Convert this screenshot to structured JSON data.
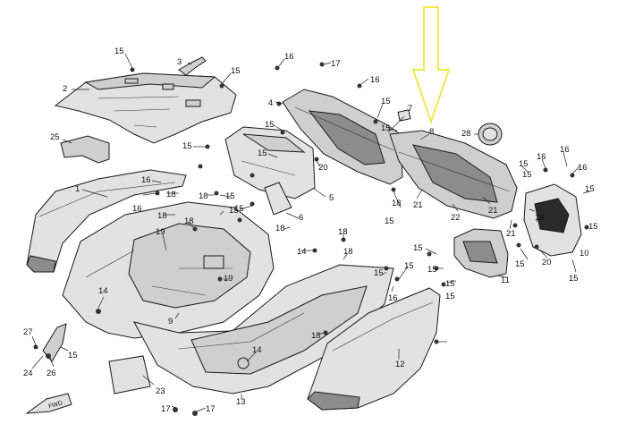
{
  "arrow": {
    "color": "#f2e94e",
    "points_to": "8"
  },
  "callouts": [
    {
      "id": "c-15a",
      "text": "15"
    },
    {
      "id": "c-3",
      "text": "3"
    },
    {
      "id": "c-15b",
      "text": "15"
    },
    {
      "id": "c-2",
      "text": "2"
    },
    {
      "id": "c-25",
      "text": "25"
    },
    {
      "id": "c-1",
      "text": "1"
    },
    {
      "id": "c-15c",
      "text": "15"
    },
    {
      "id": "c-16a",
      "text": "16"
    },
    {
      "id": "c-18a",
      "text": "18"
    },
    {
      "id": "c-16b",
      "text": "16"
    },
    {
      "id": "c-18b",
      "text": "18"
    },
    {
      "id": "c-15d",
      "text": "15"
    },
    {
      "id": "c-18c",
      "text": "18"
    },
    {
      "id": "c-19a",
      "text": "19"
    },
    {
      "id": "c-18d",
      "text": "18"
    },
    {
      "id": "c-15e",
      "text": "15"
    },
    {
      "id": "c-19b",
      "text": "19"
    },
    {
      "id": "c-14a",
      "text": "14"
    },
    {
      "id": "c-9",
      "text": "9"
    },
    {
      "id": "c-27",
      "text": "27"
    },
    {
      "id": "c-15f",
      "text": "15"
    },
    {
      "id": "c-24",
      "text": "24"
    },
    {
      "id": "c-26",
      "text": "26"
    },
    {
      "id": "c-23",
      "text": "23"
    },
    {
      "id": "c-fwd",
      "text": "FWD"
    },
    {
      "id": "c-17a",
      "text": "17"
    },
    {
      "id": "c-17b",
      "text": "17"
    },
    {
      "id": "c-13",
      "text": "13"
    },
    {
      "id": "c-14b",
      "text": "14"
    },
    {
      "id": "c-16c",
      "text": "16"
    },
    {
      "id": "c-17c",
      "text": "17"
    },
    {
      "id": "c-16d",
      "text": "16"
    },
    {
      "id": "c-4",
      "text": "4"
    },
    {
      "id": "c-15g",
      "text": "15"
    },
    {
      "id": "c-15h",
      "text": "15"
    },
    {
      "id": "c-15i",
      "text": "15"
    },
    {
      "id": "c-20a",
      "text": "20"
    },
    {
      "id": "c-5",
      "text": "5"
    },
    {
      "id": "c-15j",
      "text": "15"
    },
    {
      "id": "c-6",
      "text": "6"
    },
    {
      "id": "c-18e",
      "text": "18"
    },
    {
      "id": "c-18f",
      "text": "18"
    },
    {
      "id": "c-14c",
      "text": "14"
    },
    {
      "id": "c-18g",
      "text": "18"
    },
    {
      "id": "c-15k",
      "text": "15"
    },
    {
      "id": "c-15l",
      "text": "15"
    },
    {
      "id": "c-16e",
      "text": "16"
    },
    {
      "id": "c-18h",
      "text": "18"
    },
    {
      "id": "c-12",
      "text": "12"
    },
    {
      "id": "c-15m",
      "text": "15"
    },
    {
      "id": "c-7",
      "text": "7"
    },
    {
      "id": "c-8",
      "text": "8"
    },
    {
      "id": "c-28",
      "text": "28"
    },
    {
      "id": "c-18i",
      "text": "18"
    },
    {
      "id": "c-21a",
      "text": "21"
    },
    {
      "id": "c-15n",
      "text": "15"
    },
    {
      "id": "c-22",
      "text": "22"
    },
    {
      "id": "c-21b",
      "text": "21"
    },
    {
      "id": "c-21c",
      "text": "21"
    },
    {
      "id": "c-15o",
      "text": "15"
    },
    {
      "id": "c-15p",
      "text": "15"
    },
    {
      "id": "c-15q",
      "text": "15"
    },
    {
      "id": "c-11",
      "text": "11"
    },
    {
      "id": "c-15r",
      "text": "15"
    },
    {
      "id": "c-15s",
      "text": "15"
    },
    {
      "id": "c-16f",
      "text": "16"
    },
    {
      "id": "c-15t",
      "text": "15"
    },
    {
      "id": "c-16g",
      "text": "16"
    },
    {
      "id": "c-16h",
      "text": "16"
    },
    {
      "id": "c-15u",
      "text": "15"
    },
    {
      "id": "c-19c",
      "text": "19"
    },
    {
      "id": "c-15v",
      "text": "15"
    },
    {
      "id": "c-20b",
      "text": "20"
    },
    {
      "id": "c-10",
      "text": "10"
    },
    {
      "id": "c-15w",
      "text": "15"
    },
    {
      "id": "c-15x",
      "text": "15"
    }
  ]
}
